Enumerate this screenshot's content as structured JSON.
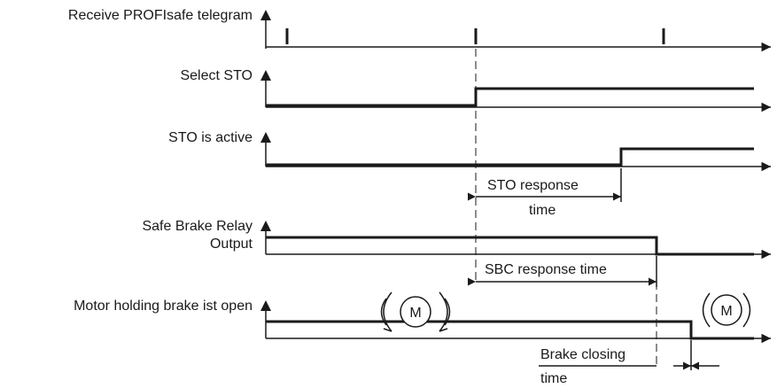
{
  "signals": [
    {
      "label": "Receive PROFIsafe telegram"
    },
    {
      "label": "Select STO"
    },
    {
      "label": "STO is active"
    },
    {
      "label": "Safe Brake Relay",
      "label_line2": "Output"
    },
    {
      "label": "Motor holding brake ist open"
    }
  ],
  "intervals": {
    "sto_response": {
      "line1": "STO response",
      "line2": "time"
    },
    "sbc_response": {
      "line1": "SBC response time"
    },
    "brake_closing": {
      "line1": "Brake closing",
      "line2": "time"
    }
  },
  "motor_symbol": {
    "letter": "M",
    "left_state": "rotating",
    "right_state": "stopped"
  },
  "icons": {
    "axis_arrow": "up-arrow / right-arrow",
    "motor": "motor-icon"
  }
}
